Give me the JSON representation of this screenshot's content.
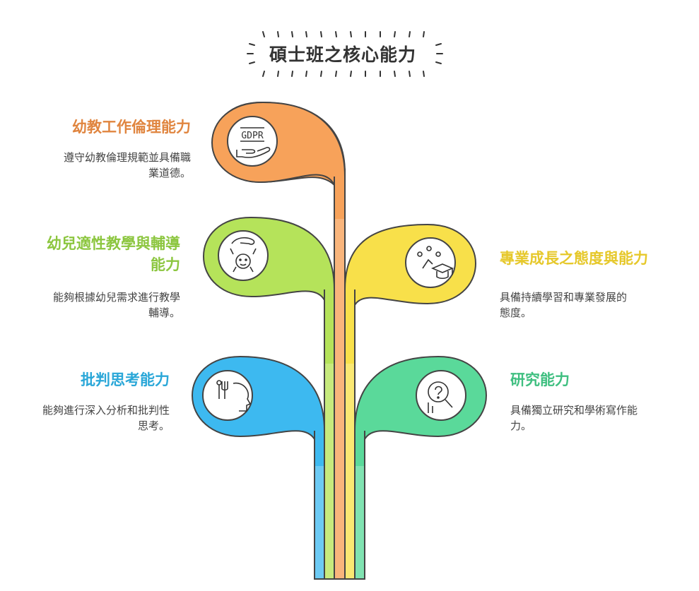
{
  "title": "碩士班之核心能力",
  "colors": {
    "orange": "#f7a25a",
    "lime": "#b5e35a",
    "blue": "#3db9f0",
    "yellow": "#f8e04a",
    "green": "#5ad99a",
    "outline": "#444444"
  },
  "items": [
    {
      "heading": "幼教工作倫理能力",
      "description_lines": [
        "遵守幼教倫理規範並具備職",
        "業道德。"
      ],
      "icon": "gdpr-hand-icon",
      "icon_text": "GDPR",
      "color": "orange",
      "side": "left"
    },
    {
      "heading_lines": [
        "幼兒適性教學與輔導",
        "能力"
      ],
      "description_lines": [
        "能夠根據幼兒需求進行教學",
        "輔導。"
      ],
      "icon": "child-care-icon",
      "color": "lime",
      "side": "left"
    },
    {
      "heading": "批判思考能力",
      "description_lines": [
        "能夠進行深入分析和批判性",
        "思考。"
      ],
      "icon": "head-thinking-icon",
      "color": "blue",
      "side": "left"
    },
    {
      "heading": "專業成長之態度與能力",
      "description_lines": [
        "具備持續學習和專業發展的",
        "態度。"
      ],
      "icon": "graduation-cap-icon",
      "color": "yellow",
      "side": "right"
    },
    {
      "heading": "研究能力",
      "description_lines": [
        "具備獨立研究和學術寫作能",
        "力。"
      ],
      "icon": "research-magnifier-icon",
      "color": "green",
      "side": "right"
    }
  ]
}
